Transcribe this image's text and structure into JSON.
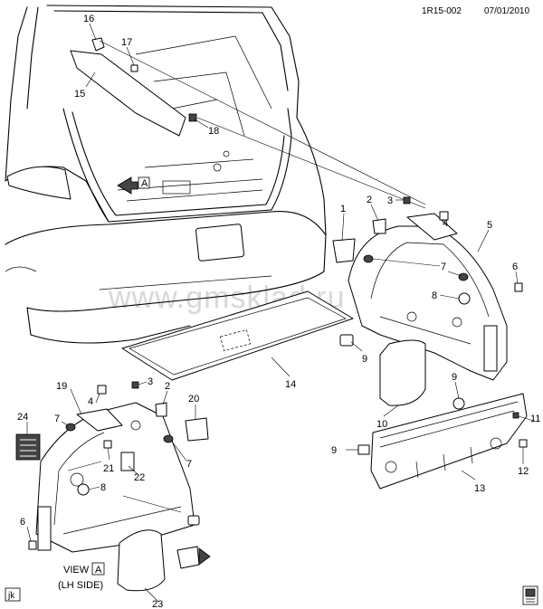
{
  "header": {
    "code": "1R15-002",
    "date": "07/01/2010"
  },
  "watermark": "www.gmsklad.ru",
  "view_label": {
    "prefix": "VIEW",
    "letter": "A",
    "side": "(LH SIDE)"
  },
  "view_arrow_letter": "A",
  "corner_tag": "jk",
  "callouts": [
    {
      "id": "c16",
      "text": "16"
    },
    {
      "id": "c17",
      "text": "17"
    },
    {
      "id": "c15",
      "text": "15"
    },
    {
      "id": "c18",
      "text": "18"
    },
    {
      "id": "c1",
      "text": "1"
    },
    {
      "id": "c2",
      "text": "2"
    },
    {
      "id": "c3",
      "text": "3"
    },
    {
      "id": "c4",
      "text": "4"
    },
    {
      "id": "c5",
      "text": "5"
    },
    {
      "id": "c6",
      "text": "6"
    },
    {
      "id": "c7",
      "text": "7"
    },
    {
      "id": "c8",
      "text": "8"
    },
    {
      "id": "c9",
      "text": "9"
    },
    {
      "id": "c10",
      "text": "10"
    },
    {
      "id": "c14",
      "text": "14"
    },
    {
      "id": "c9b",
      "text": "9"
    },
    {
      "id": "c11",
      "text": "11"
    },
    {
      "id": "c9c",
      "text": "9"
    },
    {
      "id": "c12",
      "text": "12"
    },
    {
      "id": "c13",
      "text": "13"
    },
    {
      "id": "c19",
      "text": "19"
    },
    {
      "id": "c3b",
      "text": "3"
    },
    {
      "id": "c4b",
      "text": "4"
    },
    {
      "id": "c2b",
      "text": "2"
    },
    {
      "id": "c20",
      "text": "20"
    },
    {
      "id": "c24",
      "text": "24"
    },
    {
      "id": "c7b",
      "text": "7"
    },
    {
      "id": "c7c",
      "text": "7"
    },
    {
      "id": "c21",
      "text": "21"
    },
    {
      "id": "c22",
      "text": "22"
    },
    {
      "id": "c8b",
      "text": "8"
    },
    {
      "id": "c6b",
      "text": "6"
    },
    {
      "id": "c23",
      "text": "23"
    }
  ]
}
